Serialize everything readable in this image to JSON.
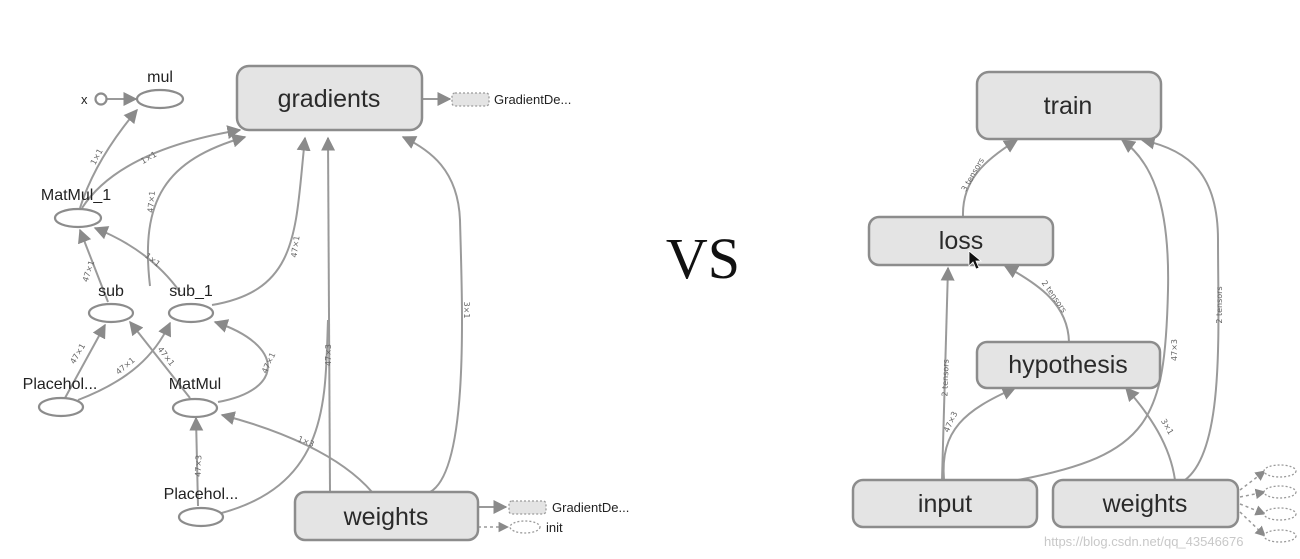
{
  "left_graph": {
    "nodes": {
      "gradients": "gradients",
      "gradient_descent_1": "GradientDe...",
      "mul": "mul",
      "x": "x",
      "matmul_1": "MatMul_1",
      "sub": "sub",
      "sub_1": "sub_1",
      "placeholder_1": "Placehol...",
      "matmul": "MatMul",
      "placeholder_2": "Placehol...",
      "weights": "weights",
      "gradient_descent_2": "GradientDe...",
      "init": "init"
    },
    "edge_labels": {
      "matmul1_mul": "1×1",
      "matmul1_grad": "1×1",
      "sub1_grad_a": "47×1",
      "sub_matmul1": "47×1",
      "sub1_matmul1": "1×1",
      "sub1_grad_b": "47×1",
      "ph_sub": "47×1",
      "ph_sub1": "47×1",
      "matmul_sub": "47×1",
      "matmul_sub1": "47×1",
      "weights_grad": "47×3",
      "weights_grad_b": "3×1",
      "ph2_matmul": "47×3",
      "weights_matmul": "1×3"
    }
  },
  "separator": "VS",
  "right_graph": {
    "nodes": {
      "train": "train",
      "loss": "loss",
      "hypothesis": "hypothesis",
      "input": "input",
      "weights": "weights"
    },
    "edge_labels": {
      "loss_train": "3 tensors",
      "hyp_loss": "2 tensors",
      "input_loss": "2 tensors",
      "input_hyp": "47×3",
      "input_train": "47×3",
      "weights_hyp": "3×1",
      "weights_train": "2 tensors"
    }
  },
  "watermark": "https://blog.csdn.net/qq_43546676"
}
